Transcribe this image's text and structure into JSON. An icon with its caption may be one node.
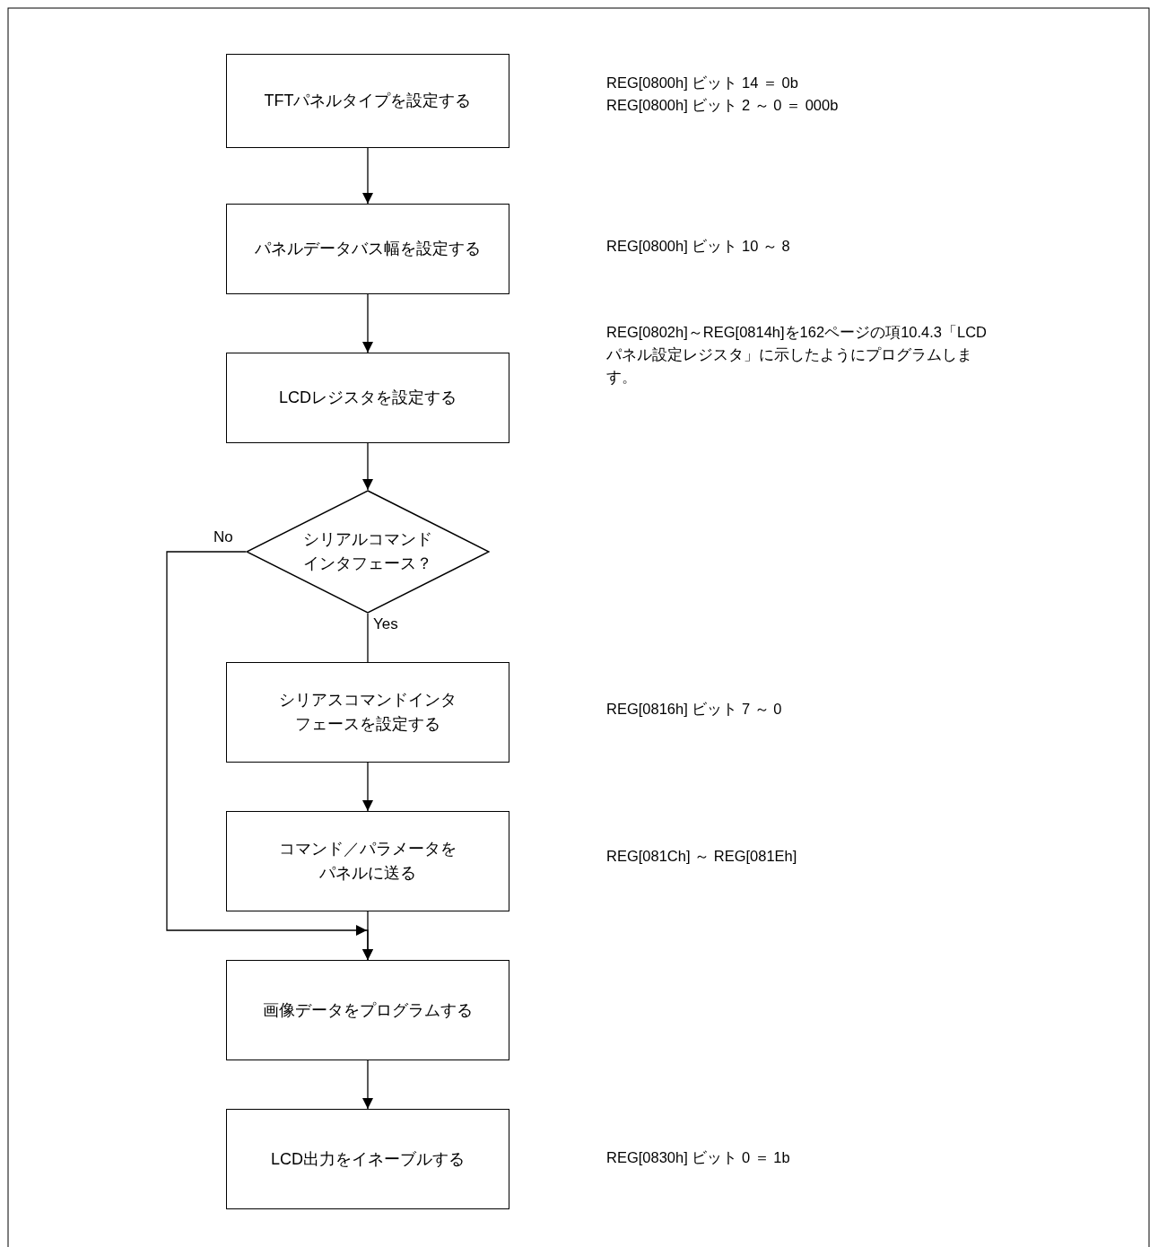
{
  "diagram": {
    "nodes": [
      {
        "text": [
          "TFTパネルタイプを設定する"
        ]
      },
      {
        "text": [
          "パネルデータバス幅を設定する"
        ]
      },
      {
        "text": [
          "LCDレジスタを設定する"
        ]
      },
      {
        "text": [
          "シリアルコマンドインタフェース？"
        ]
      },
      {
        "text": [
          "シリアスコマンドインタフェースを設定する"
        ]
      },
      {
        "text": [
          "コマンド／パラメータをパネルに送る"
        ]
      },
      {
        "text": [
          "画像データをプログラムする"
        ]
      },
      {
        "text": [
          "LCD出力をイネーブルする"
        ]
      }
    ],
    "edges": [
      {
        "from": 0,
        "to": 1,
        "arrow": "to"
      },
      {
        "from": 1,
        "to": 2,
        "arrow": "to"
      },
      {
        "from": 2,
        "to": 3,
        "arrow": "to"
      },
      {
        "from": 3,
        "to": 4,
        "arrow": "none",
        "label": "Yes"
      },
      {
        "from": 4,
        "to": 5,
        "arrow": "to"
      },
      {
        "from": 5,
        "to": 6,
        "arrow": "to"
      },
      {
        "from": 3,
        "to": 6,
        "arrow": "to",
        "label": "No"
      },
      {
        "from": 6,
        "to": 7,
        "arrow": "to"
      }
    ],
    "labels": [
      "REG[0800h] ビット 14 ＝ 0b",
      "REG[0800h] ビット 2 ～ 0 ＝ 000b",
      "REG[0800h] ビット 10 ～ 8",
      "REG[0802h]～REG[0814h]を162ページの項10.4.3「LCDパネル設定レジスタ」に示したようにプログラムします。",
      "REG[0816h] ビット 7 ～ 0",
      "REG[081Ch] ～ REG[081Eh]",
      "REG[0830h] ビット 0 ＝ 1b"
    ]
  }
}
